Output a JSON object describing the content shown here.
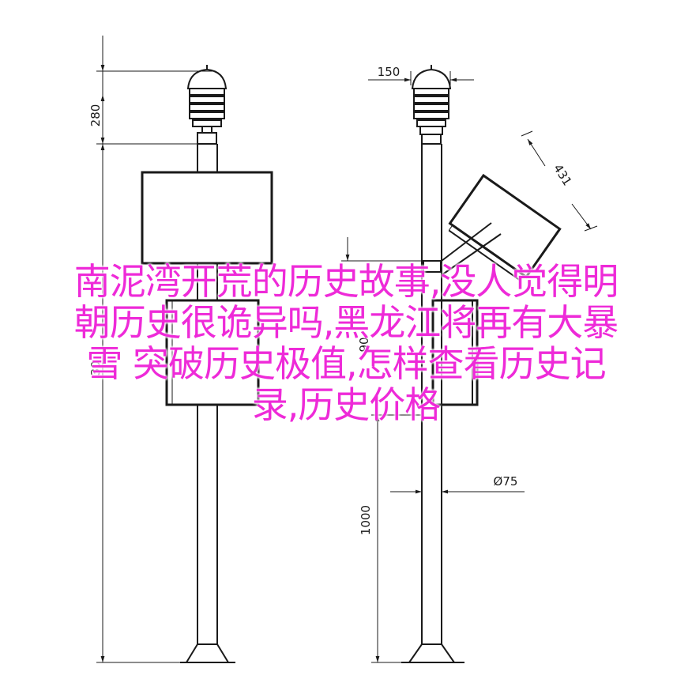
{
  "caption": {
    "line1": "南泥湾开荒的历史故事,没人觉得明",
    "line2": "朝历史很诡异吗,黑龙江将再有大暴",
    "line3": "雪 突破历史极值,怎样查看历史记",
    "line4": "录,历史价格"
  },
  "dimensions": {
    "height_top": "280",
    "sensor_width": "150",
    "panel_length": "431",
    "pole_diameter": "Ø75",
    "height_lower": "1000",
    "partial_left": "30",
    "partial_mid": "90"
  },
  "colors": {
    "caption": "#ee2ad8",
    "line": "#1a1a1a",
    "background": "#ffffff"
  }
}
